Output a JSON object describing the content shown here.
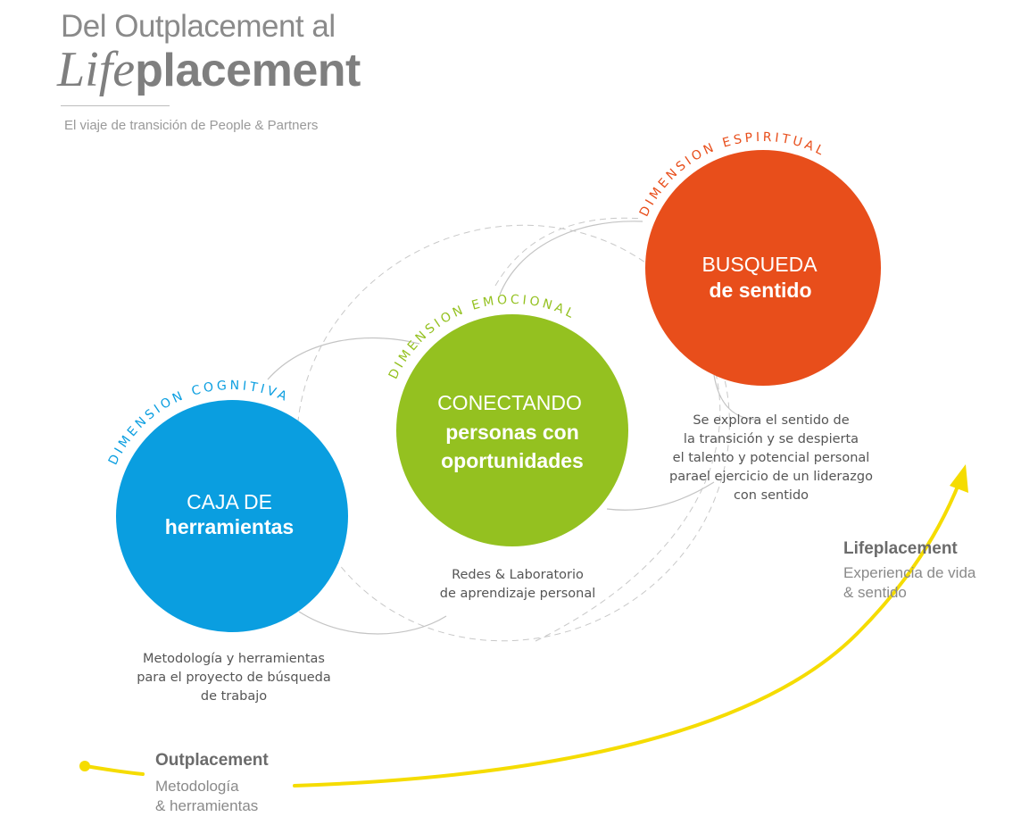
{
  "header": {
    "title_line1": "Del Outplacement al",
    "title_line2_italic": "Life",
    "title_line2_bold": "placement",
    "subtitle": "El viaje de transición de People & Partners"
  },
  "colors": {
    "cognitiva": "#0a9ee0",
    "emocional": "#94c120",
    "espiritual": "#e84e1b",
    "arrow": "#f5dc00",
    "dashed": "#c8c8c8",
    "solid_thin": "#c4c4c4"
  },
  "circles": [
    {
      "dimension": "DIMENSION COGNITIVA",
      "line1": "CAJA DE",
      "line2": "herramientas",
      "caption": "Metodología y herramientas\npara el proyecto de búsqueda\nde trabajo"
    },
    {
      "dimension": "DIMENSION EMOCIONAL",
      "line1": "CONECTANDO",
      "line2": "personas con",
      "line3": "oportunidades",
      "caption": "Redes & Laboratorio\nde aprendizaje personal"
    },
    {
      "dimension": "DIMENSION ESPIRITUAL",
      "line1": "BUSQUEDA",
      "line2": "de sentido",
      "caption": "Se explora el sentido de\nla transición y se despierta\nel talento y potencial personal\nparael ejercicio de un liderazgo\ncon sentido"
    }
  ],
  "journey": {
    "start_title": "Outplacement",
    "start_desc": "Metodología\n& herramientas",
    "end_title": "Lifeplacement",
    "end_desc": "Experiencia de vida\n& sentido"
  }
}
